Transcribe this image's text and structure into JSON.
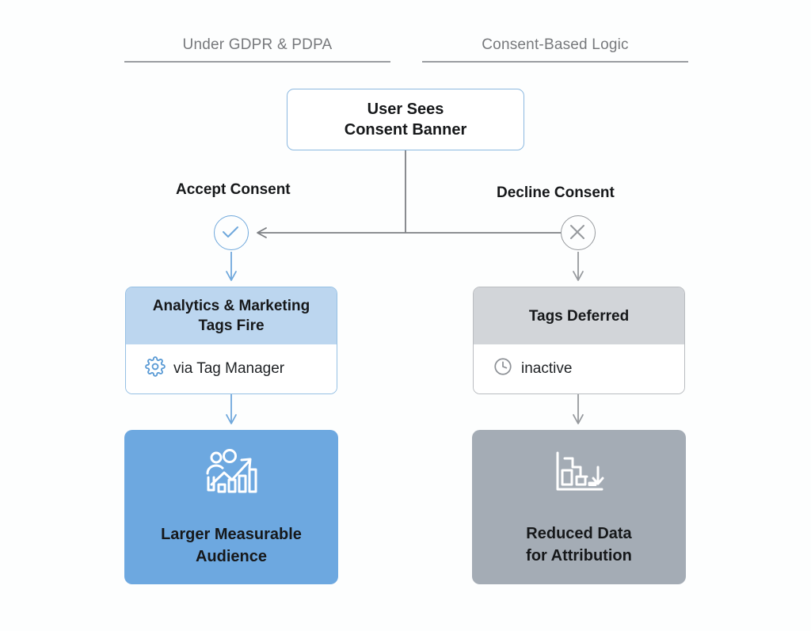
{
  "headers": {
    "left": "Under GDPR & PDPA",
    "right": "Consent-Based Logic"
  },
  "top_node": {
    "line1": "User Sees",
    "line2": "Consent Banner"
  },
  "branches": {
    "accept": {
      "label": "Accept Consent",
      "icon": "check-circle-icon",
      "color": "#6fa8dc"
    },
    "decline": {
      "label": "Decline Consent",
      "icon": "x-circle-icon",
      "color": "#96999d"
    }
  },
  "cards": {
    "left": {
      "title_line1": "Analytics & Marketing",
      "title_line2": "Tags Fire",
      "meta_icon": "gear-icon",
      "meta_label": "via Tag Manager",
      "header_color": "#bcd6ef",
      "border_color": "#96c0e4"
    },
    "right": {
      "title_line1": "Tags Deferred",
      "title_line2": "",
      "meta_icon": "clock-icon",
      "meta_label": "inactive",
      "header_color": "#d2d5d9",
      "border_color": "#b9bcc0"
    }
  },
  "outcomes": {
    "left": {
      "icon": "audience-growth-chart-icon",
      "line1": "Larger Measurable",
      "line2": "Audience",
      "color": "#6da8e0"
    },
    "right": {
      "icon": "declining-bar-chart-down-arrow-icon",
      "line1": "Reduced Data",
      "line2": "for Attribution",
      "color": "#a4acb5"
    }
  },
  "connectors": {
    "stem_color": "#7c7f83",
    "branch_color": "#7c7f83",
    "accept_arrow_color": "#6fa8dc",
    "decline_arrow_color": "#96999d"
  }
}
